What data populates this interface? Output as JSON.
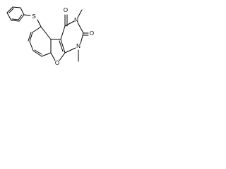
{
  "atoms": {
    "sulfur": "S",
    "oxygen_top": "O",
    "oxygen_right": "O",
    "oxygen_ring": "O",
    "nitrogen_top": "N",
    "nitrogen_bottom": "N"
  }
}
